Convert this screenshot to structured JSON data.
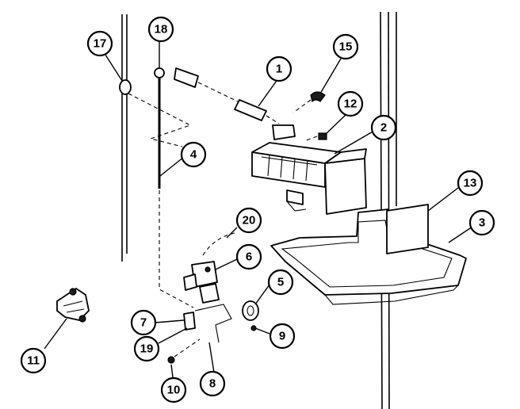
{
  "callouts": [
    {
      "id": "1",
      "label": "1"
    },
    {
      "id": "2",
      "label": "2"
    },
    {
      "id": "3",
      "label": "3"
    },
    {
      "id": "4",
      "label": "4"
    },
    {
      "id": "5",
      "label": "5"
    },
    {
      "id": "6",
      "label": "6"
    },
    {
      "id": "7",
      "label": "7"
    },
    {
      "id": "8",
      "label": "8"
    },
    {
      "id": "9",
      "label": "9"
    },
    {
      "id": "10",
      "label": "10"
    },
    {
      "id": "11",
      "label": "11"
    },
    {
      "id": "12",
      "label": "12"
    },
    {
      "id": "13",
      "label": "13"
    },
    {
      "id": "15",
      "label": "15"
    },
    {
      "id": "17",
      "label": "17"
    },
    {
      "id": "18",
      "label": "18"
    },
    {
      "id": "19",
      "label": "19"
    },
    {
      "id": "20",
      "label": "20"
    }
  ]
}
